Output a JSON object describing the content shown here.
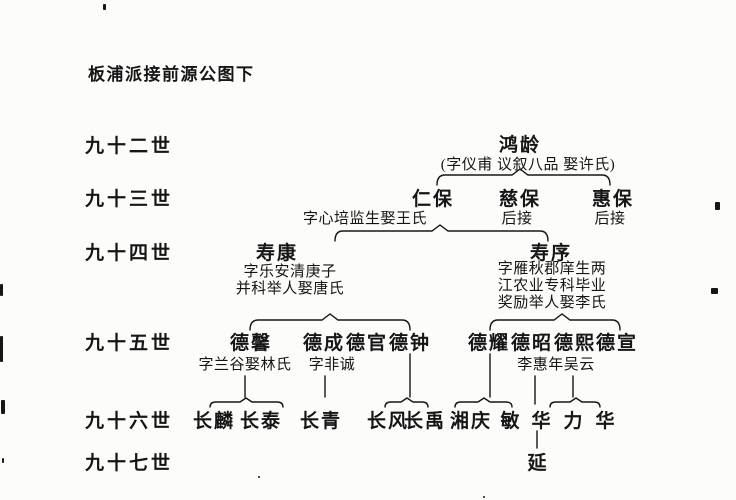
{
  "title": "板浦派接前源公图下",
  "generations": [
    {
      "label": "九十二世"
    },
    {
      "label": "九十三世"
    },
    {
      "label": "九十四世"
    },
    {
      "label": "九十五世"
    },
    {
      "label": "九十六世"
    },
    {
      "label": "九十七世"
    }
  ],
  "persons": {
    "hongling": {
      "name": "鸿龄",
      "note": "(字仪甫 议叙八品 娶许氏)"
    },
    "renbao": {
      "name": "仁保",
      "note": "字心培监生娶王氏"
    },
    "cibao": {
      "name": "慈保",
      "note": "后接"
    },
    "huibao": {
      "name": "惠保",
      "note": "后接"
    },
    "shoukang": {
      "name": "寿康",
      "note_lines": [
        "字乐安清庚子",
        "并科举人娶唐氏"
      ]
    },
    "shouxu": {
      "name": "寿序",
      "note_lines": [
        "字雁秋郡庠生两",
        "江农业专科毕业",
        "奖励举人娶李氏"
      ]
    },
    "dexin": {
      "name": "德馨",
      "note": "字兰谷娶林氏"
    },
    "decheng": {
      "name": "德成",
      "note": "字非诚"
    },
    "deguan": {
      "name": "德官"
    },
    "dezhong": {
      "name": "德钟"
    },
    "deyao": {
      "name": "德耀"
    },
    "dezhao": {
      "name": "德昭",
      "note": "李惠年吴云"
    },
    "dexi": {
      "name": "德熙"
    },
    "dexuan": {
      "name": "德宣"
    },
    "changlin": {
      "name": "长麟"
    },
    "changtai": {
      "name": "长泰"
    },
    "changqing": {
      "name": "长青"
    },
    "changfeng": {
      "name": "长风"
    },
    "changyu": {
      "name": "长禹"
    },
    "xiangqing": {
      "name": "湘庆"
    },
    "min": {
      "name": "敏"
    },
    "hua1": {
      "name": "华"
    },
    "li": {
      "name": "力"
    },
    "hua2": {
      "name": "华"
    },
    "yan": {
      "name": "延"
    }
  },
  "ink_color": "#161616"
}
